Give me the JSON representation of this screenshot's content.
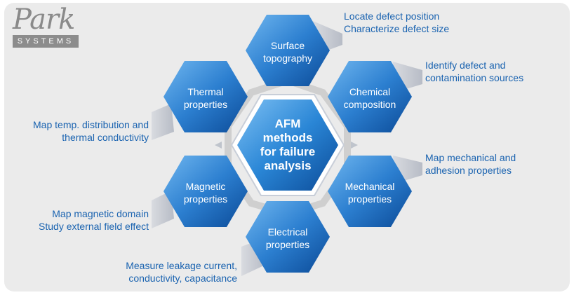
{
  "logo": {
    "script": "Park",
    "bar": "SYSTEMS"
  },
  "center": {
    "lines": [
      "AFM",
      "methods",
      "for failure",
      "analysis"
    ]
  },
  "hexes": [
    {
      "lines": [
        "Surface",
        "topography"
      ],
      "desc": [
        "Locate defect position",
        "Characterize defect size"
      ]
    },
    {
      "lines": [
        "Chemical",
        "composition"
      ],
      "desc": [
        "Identify defect and",
        "contamination sources"
      ]
    },
    {
      "lines": [
        "Mechanical",
        "properties"
      ],
      "desc": [
        "Map mechanical and",
        "adhesion properties"
      ]
    },
    {
      "lines": [
        "Electrical",
        "properties"
      ],
      "desc": [
        "Measure leakage current,",
        "conductivity, capacitance"
      ]
    },
    {
      "lines": [
        "Magnetic",
        "properties"
      ],
      "desc": [
        "Map magnetic domain",
        "Study external field effect"
      ]
    },
    {
      "lines": [
        "Thermal",
        "properties"
      ],
      "desc": [
        "Map temp. distribution and",
        "thermal conductivity"
      ]
    }
  ],
  "colors": {
    "hex_light": "#5aa6e6",
    "hex_dark": "#0d4f9e",
    "text_blue": "#1a63b0",
    "panel": "#ebebeb"
  }
}
